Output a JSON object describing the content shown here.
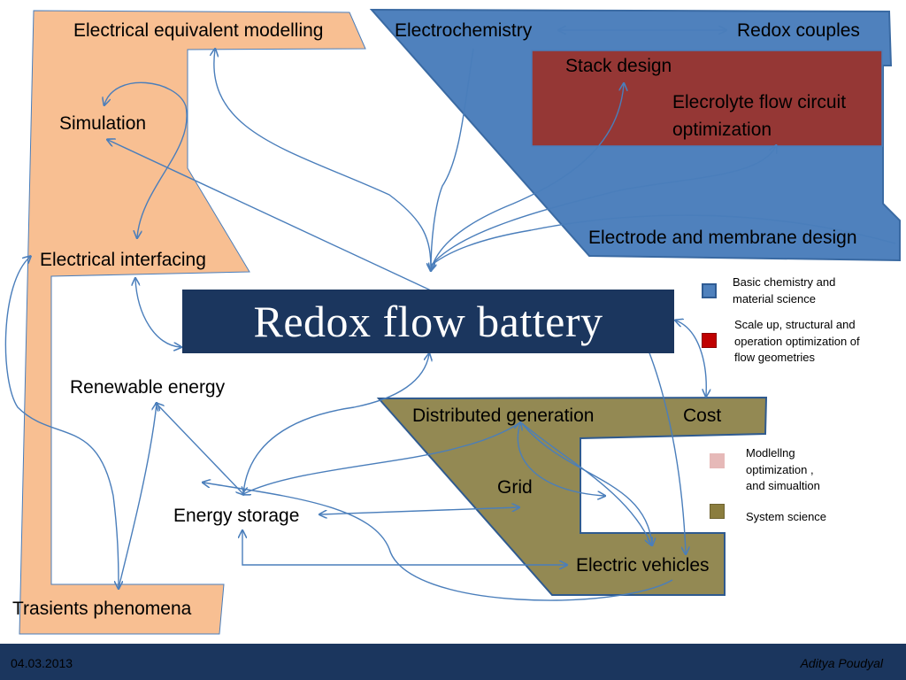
{
  "title": "Redox flow battery",
  "nodes": {
    "electrical_equivalent_modelling": "Electrical equivalent modelling",
    "simulation": "Simulation",
    "electrical_interfacing": "Electrical interfacing",
    "trasients_phenomena": "Trasients phenomena",
    "electrochemistry": "Electrochemistry",
    "redox_couples": "Redox couples",
    "stack_design": "Stack design",
    "electrolyte_flow": "Elecrolyte flow circuit optimization",
    "electrode_membrane": "Electrode  and membrane design",
    "renewable_energy": "Renewable energy",
    "energy_storage": "Energy storage",
    "distributed_generation": "Distributed generation",
    "cost": "Cost",
    "grid": "Grid",
    "electric_vehicles": "Electric vehicles"
  },
  "legend": [
    {
      "color": "#4f81bd",
      "border": "#2e5b93",
      "text": "Basic chemistry and\nmaterial science"
    },
    {
      "color": "#c00000",
      "border": "#8b0000",
      "text": "Scale up, structural and\n operation optimization of\nflow geometries"
    },
    {
      "color": "#e6b9b8",
      "border": "#e6b9b8",
      "text": "Modlellng\noptimization ,\nand simualtion"
    },
    {
      "color": "#8b7d3e",
      "border": "#6e6330",
      "text": "System science"
    }
  ],
  "colors": {
    "modelling_region": "#f8bf92",
    "chemistry_region": "#4f81bd",
    "scaleup_region": "#953735",
    "system_region": "#938953",
    "title_bar": "#1b365e",
    "arrows": "#4a7ebb"
  },
  "footer": {
    "date": "04.03.2013",
    "author": "Aditya Poudyal"
  }
}
